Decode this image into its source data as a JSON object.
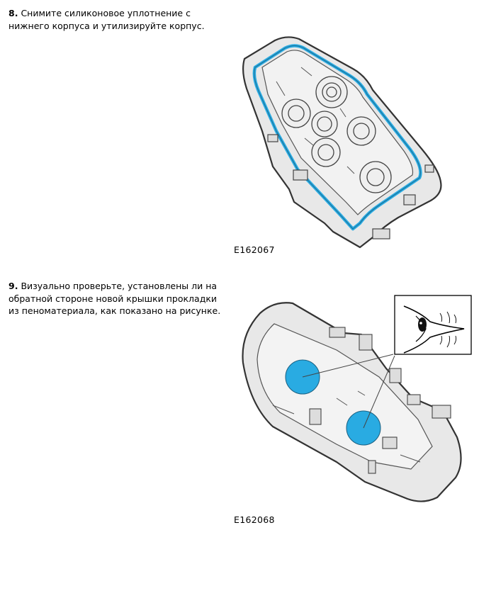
{
  "steps": [
    {
      "number": "8.",
      "text": "Снимите силиконовое уплотнение с нижнего корпуса и утилизируйте корпус.",
      "figure_caption": "E162067"
    },
    {
      "number": "9.",
      "text": "Визуально проверьте, установлены ли на обратной стороне новой крышки прокладки из пеноматериала, как показано на рисунке.",
      "figure_caption": "E162068"
    }
  ],
  "colors": {
    "seal": "#29ABE2",
    "foam": "#29ABE2",
    "housing_fill": "#E8E8E8",
    "housing_stroke": "#333333"
  },
  "icons": [
    "eye-icon"
  ]
}
